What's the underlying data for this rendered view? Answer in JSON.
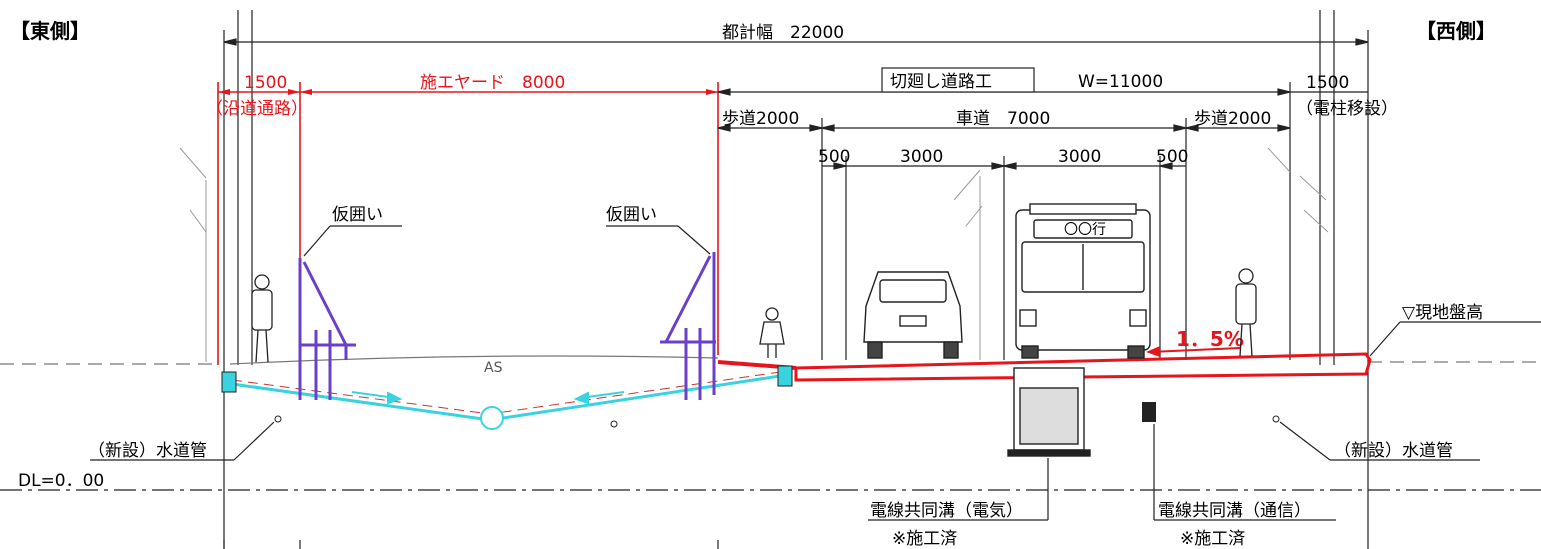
{
  "sides": {
    "east": "【東側】",
    "west": "【西側】"
  },
  "dimensions": {
    "total_width": "都計幅　22000",
    "roadside_dim": "1500",
    "roadside_note": "（沿道通路）",
    "yard": "施エヤード　8000",
    "cut_road_label": "切廻し道路工",
    "cut_road_width": "W=11000",
    "pole_dim": "1500",
    "pole_note": "（電柱移設）",
    "sidewalk_left": "歩道2000",
    "carriageway": "車道　7000",
    "sidewalk_right": "歩道2000",
    "shoulder_left": "500",
    "lane_left": "3000",
    "lane_right": "3000",
    "shoulder_right": "500"
  },
  "labels": {
    "fence_left": "仮囲い",
    "fence_right": "仮囲い",
    "ground_level": "▽現地盤高",
    "slope": "1．5%",
    "bus_sign": "〇〇行",
    "asphalt": "AS",
    "water_pipe_left": "（新設）水道管",
    "water_pipe_right": "（新設）水道管",
    "datum": "DL=0．00",
    "trench_power": "電線共同溝（電気）",
    "trench_power_note": "※施工済",
    "trench_comm": "電線共同溝（通信）",
    "trench_comm_note": "※施工済"
  },
  "colors": {
    "line": "#222222",
    "red": "#e8141b",
    "purple": "#6a3fc9",
    "cyan": "#39d3e0",
    "gray": "#888888"
  }
}
